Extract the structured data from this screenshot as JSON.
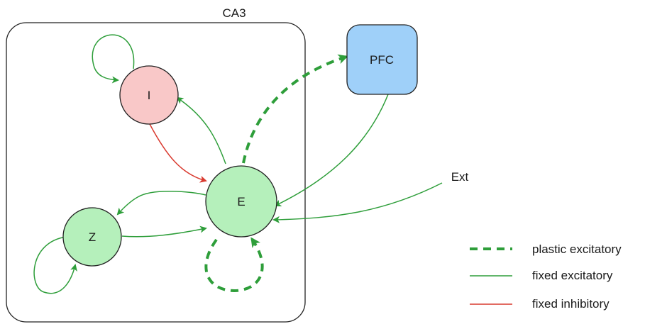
{
  "region": {
    "label": "CA3"
  },
  "nodes": {
    "I": {
      "label": "I"
    },
    "E": {
      "label": "E"
    },
    "Z": {
      "label": "Z"
    },
    "PFC": {
      "label": "PFC"
    },
    "Ext": {
      "label": "Ext"
    }
  },
  "legend": {
    "plastic_excitatory": "plastic excitatory",
    "fixed_excitatory": "fixed excitatory",
    "fixed_inhibitory": "fixed inhibitory"
  },
  "colors": {
    "excitatory": "#2e9e3a",
    "inhibitory": "#d93a2f",
    "node_I_fill": "#f9c8c8",
    "node_E_fill": "#b5f0bb",
    "node_Z_fill": "#b5f0bb",
    "node_PFC_fill": "#9fd0f9"
  }
}
